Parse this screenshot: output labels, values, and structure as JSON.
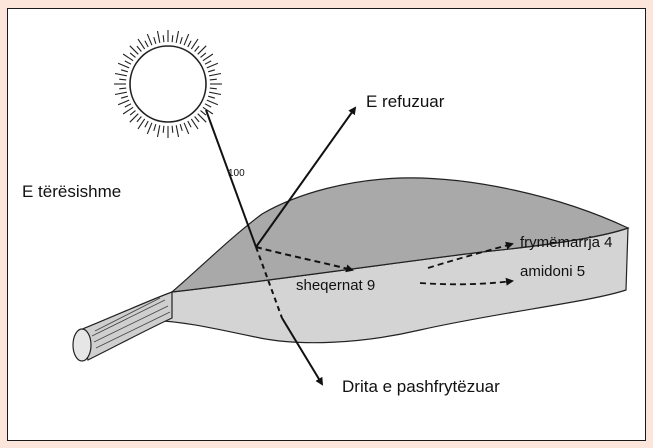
{
  "diagram": {
    "labels": {
      "total": "E tërësishme",
      "reflected": "E refuzuar",
      "incoming_value": "100",
      "respiration": "frymëmarrja 4",
      "starch": "amidoni 5",
      "sugars": "sheqernat 9",
      "transmitted": "Drita e pashfrytëzuar"
    },
    "colors": {
      "page_background": "#fce6db",
      "leaf_top": "#a8a8a8",
      "leaf_side": "#cfcfcf",
      "ink": "#111111"
    }
  }
}
